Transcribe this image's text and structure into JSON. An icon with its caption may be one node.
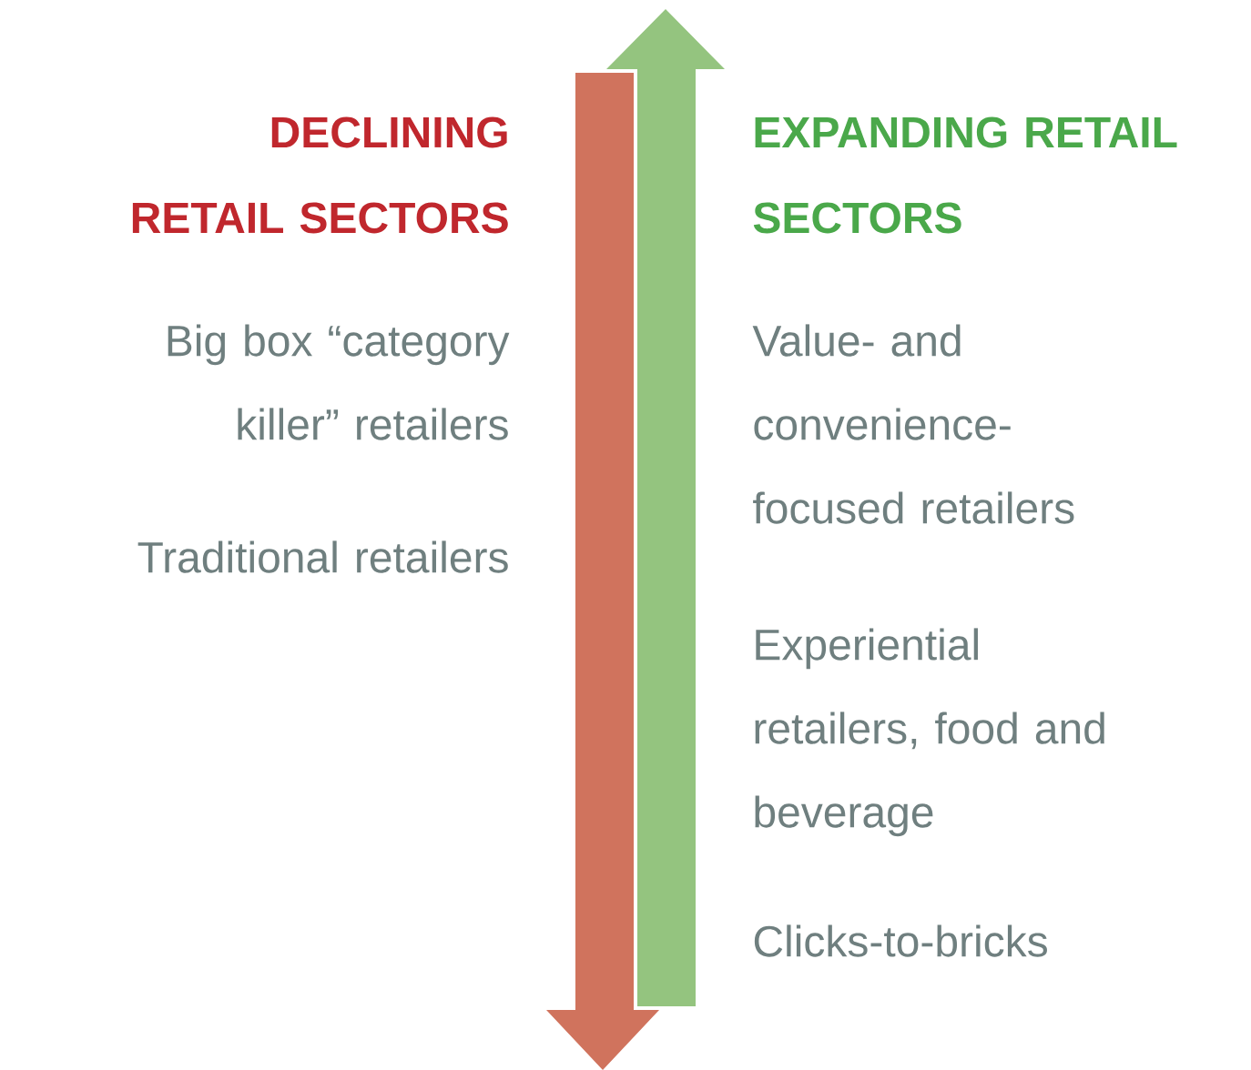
{
  "diagram": {
    "labels": [
      "DECLINING RETAIL SECTORS",
      "EXPANDING RETAIL SECTORS",
      "Big box “category killer” retailers",
      "Value- and convenience-focused retailers",
      "Traditional retailers",
      "Experiential retailers, food and beverage",
      "Clicks-to-bricks"
    ]
  }
}
